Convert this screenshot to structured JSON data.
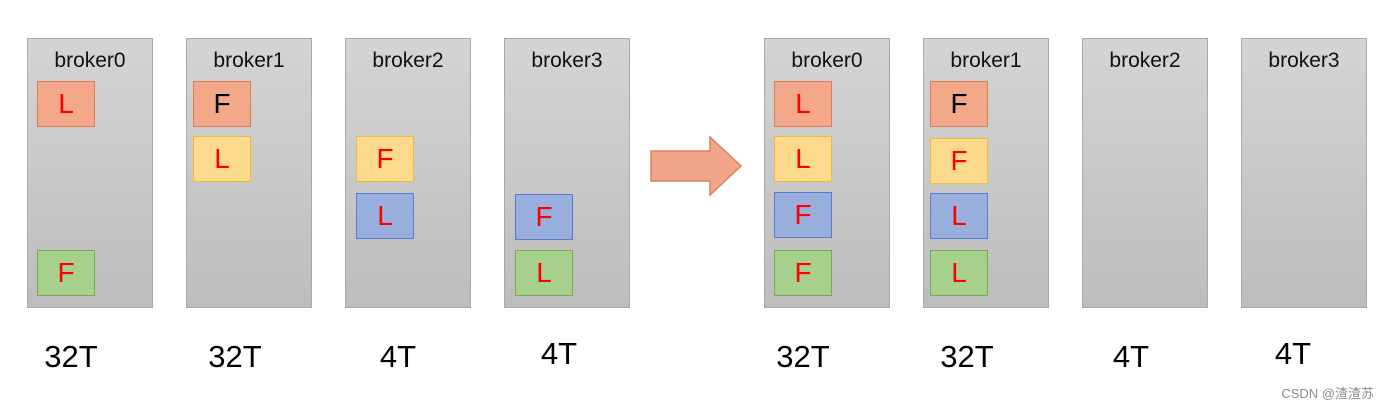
{
  "colors": {
    "orange": "#f3a88a",
    "yellow": "#fdd98d",
    "blue": "#98aedd",
    "green": "#a7d08d",
    "red_text": "#ff0000",
    "black_text": "#000000",
    "arrow": "#f2a58a"
  },
  "panels": [
    {
      "brokers": [
        {
          "name": "broker0",
          "capacity": "32T",
          "partitions": [
            {
              "label": "L",
              "color": "orange",
              "text_color": "red"
            },
            {
              "label": "F",
              "color": "green",
              "text_color": "red"
            }
          ]
        },
        {
          "name": "broker1",
          "capacity": "32T",
          "partitions": [
            {
              "label": "F",
              "color": "orange",
              "text_color": "black"
            },
            {
              "label": "L",
              "color": "yellow",
              "text_color": "red"
            }
          ]
        },
        {
          "name": "broker2",
          "capacity": "4T",
          "partitions": [
            {
              "label": "F",
              "color": "yellow",
              "text_color": "red"
            },
            {
              "label": "L",
              "color": "blue",
              "text_color": "red"
            }
          ]
        },
        {
          "name": "broker3",
          "capacity": "4T",
          "partitions": [
            {
              "label": "F",
              "color": "blue",
              "text_color": "red"
            },
            {
              "label": "L",
              "color": "green",
              "text_color": "red"
            }
          ]
        }
      ]
    },
    {
      "brokers": [
        {
          "name": "broker0",
          "capacity": "32T",
          "partitions": [
            {
              "label": "L",
              "color": "orange",
              "text_color": "red"
            },
            {
              "label": "L",
              "color": "yellow",
              "text_color": "red"
            },
            {
              "label": "F",
              "color": "blue",
              "text_color": "red"
            },
            {
              "label": "F",
              "color": "green",
              "text_color": "red"
            }
          ]
        },
        {
          "name": "broker1",
          "capacity": "32T",
          "partitions": [
            {
              "label": "F",
              "color": "orange",
              "text_color": "black"
            },
            {
              "label": "F",
              "color": "yellow",
              "text_color": "red"
            },
            {
              "label": "L",
              "color": "blue",
              "text_color": "red"
            },
            {
              "label": "L",
              "color": "green",
              "text_color": "red"
            }
          ]
        },
        {
          "name": "broker2",
          "capacity": "4T",
          "partitions": []
        },
        {
          "name": "broker3",
          "capacity": "4T",
          "partitions": []
        }
      ]
    }
  ],
  "watermark": "CSDN @渣渣苏"
}
